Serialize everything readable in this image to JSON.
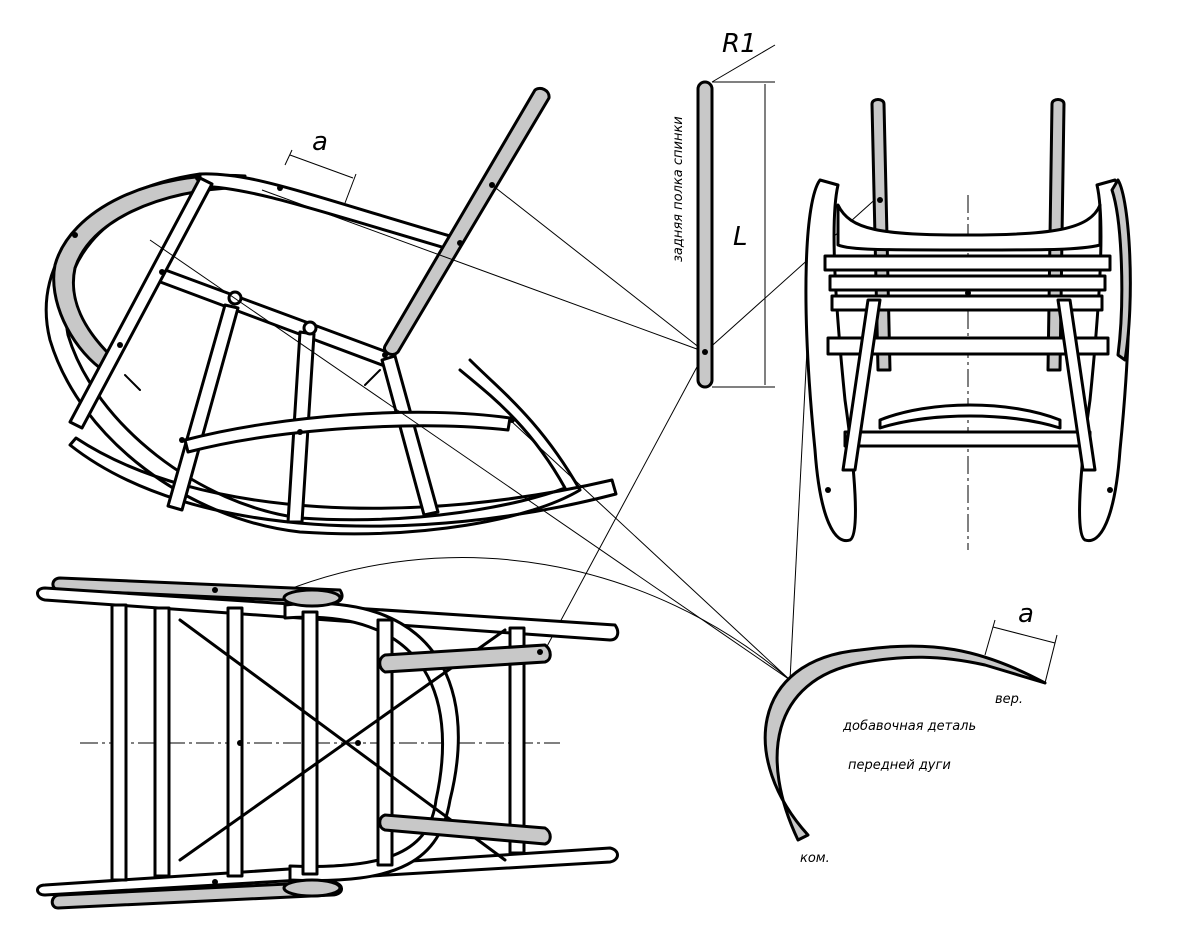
{
  "labels": {
    "radius": "R1",
    "length": "L",
    "dimension_a_side": "a",
    "dimension_a_detail": "a",
    "back_slat": "задняя полка спинки",
    "extra_part_line1": "добавочная деталь",
    "extra_part_line2": "передней дуги",
    "end_top": "вер.",
    "end_butt": "ком."
  },
  "colors": {
    "line": "#000000",
    "fill_highlight": "#c8c8c8",
    "background": "#ffffff"
  }
}
